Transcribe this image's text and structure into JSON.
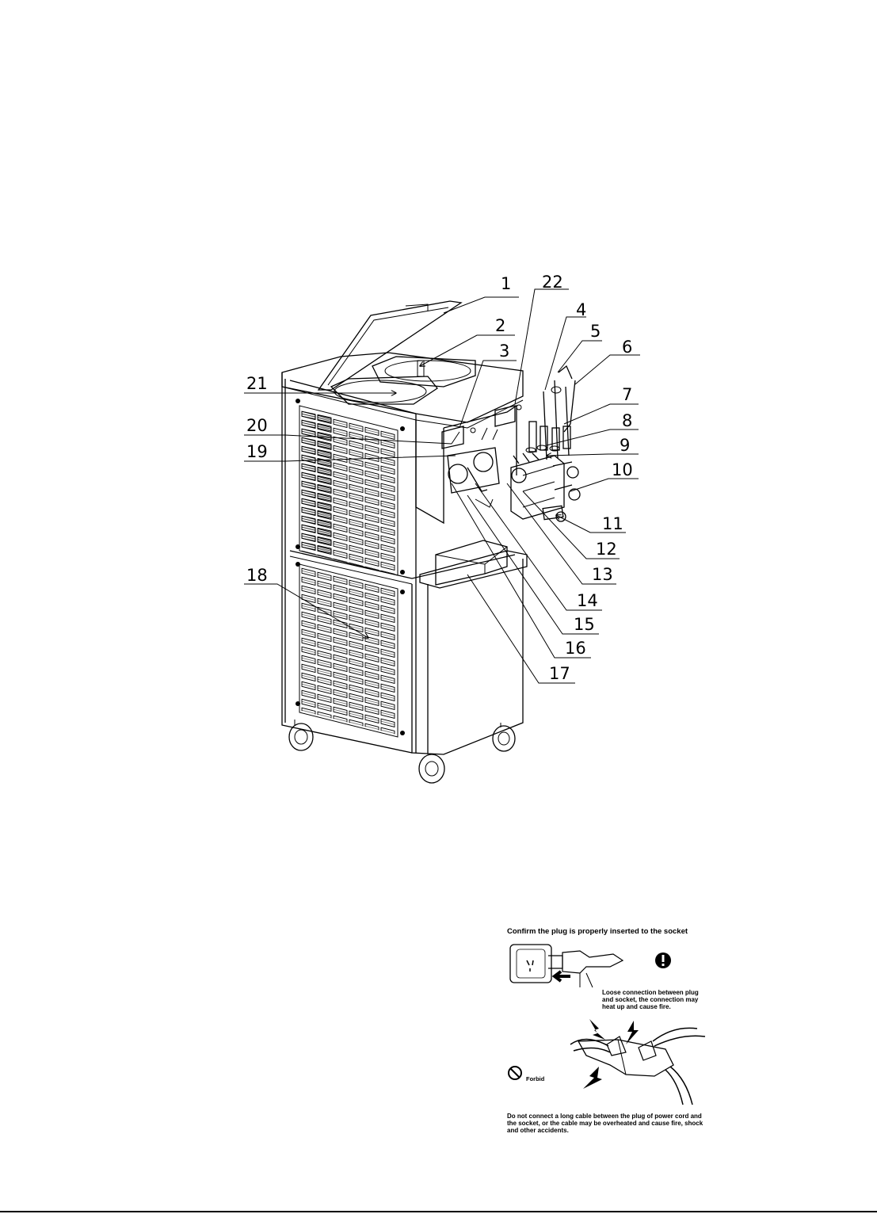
{
  "callouts": [
    {
      "number": "1"
    },
    {
      "number": "2"
    },
    {
      "number": "3"
    },
    {
      "number": "4"
    },
    {
      "number": "5"
    },
    {
      "number": "6"
    },
    {
      "number": "7"
    },
    {
      "number": "8"
    },
    {
      "number": "9"
    },
    {
      "number": "10"
    },
    {
      "number": "11"
    },
    {
      "number": "12"
    },
    {
      "number": "13"
    },
    {
      "number": "14"
    },
    {
      "number": "15"
    },
    {
      "number": "16"
    },
    {
      "number": "17"
    },
    {
      "number": "18"
    },
    {
      "number": "19"
    },
    {
      "number": "20"
    },
    {
      "number": "21"
    },
    {
      "number": "22"
    }
  ],
  "safety": {
    "title": "Confirm the plug is properly inserted to the socket",
    "loose_text": "Loose connection between plug and socket, the connection may heat up and cause fire.",
    "forbid_label": "Forbid",
    "footer_text": "Do not connect a long cable between the plug of power cord and the socket, or the cable may be overheated and cause fire, shock and other accidents.",
    "warning_icon": "exclamation-circle-icon",
    "forbid_icon": "prohibition-icon"
  }
}
